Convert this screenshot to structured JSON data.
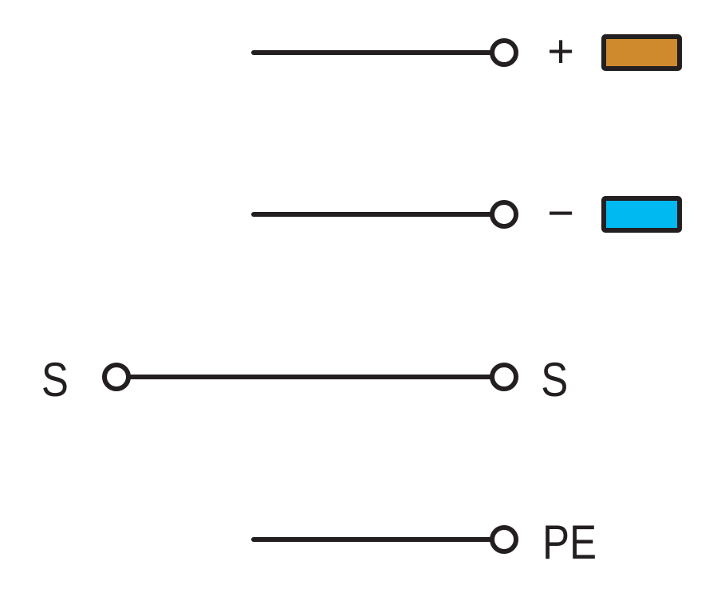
{
  "diagram": {
    "rows": [
      {
        "label": "+",
        "color": "#CF8A2E"
      },
      {
        "label": "−",
        "color": "#00B9F1"
      },
      {
        "label_left": "S",
        "label": "S"
      },
      {
        "label": "PE"
      }
    ],
    "stroke_color": "#231F20"
  }
}
